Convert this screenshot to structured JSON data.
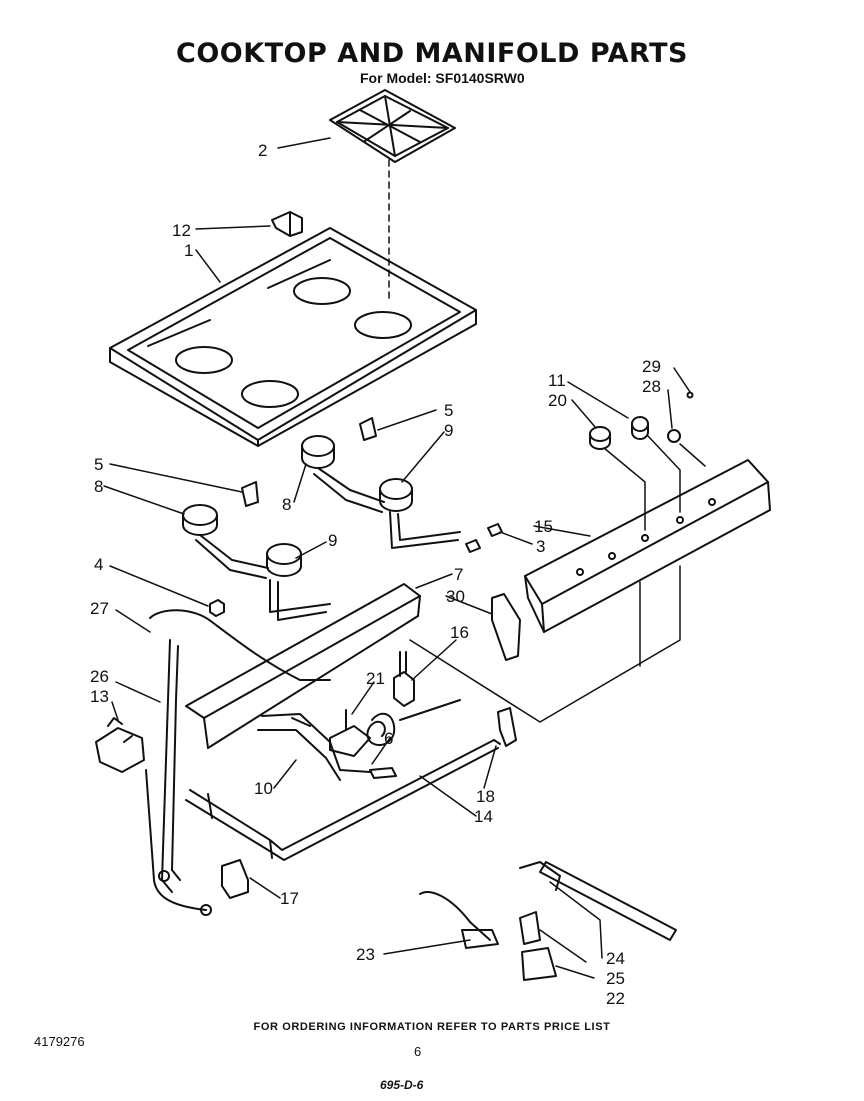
{
  "header": {
    "title": "COOKTOP  AND MANIFOLD PARTS",
    "subtitle": "For Model: SF0140SRW0"
  },
  "callouts": [
    {
      "id": "c2",
      "label": "2"
    },
    {
      "id": "c12",
      "label": "12"
    },
    {
      "id": "c1",
      "label": "1"
    },
    {
      "id": "c29",
      "label": "29"
    },
    {
      "id": "c11",
      "label": "11"
    },
    {
      "id": "c28",
      "label": "28"
    },
    {
      "id": "c20",
      "label": "20"
    },
    {
      "id": "c5a",
      "label": "5"
    },
    {
      "id": "c9a",
      "label": "9"
    },
    {
      "id": "c5b",
      "label": "5"
    },
    {
      "id": "c8a",
      "label": "8"
    },
    {
      "id": "c8b",
      "label": "8"
    },
    {
      "id": "c15",
      "label": "15"
    },
    {
      "id": "c9b",
      "label": "9"
    },
    {
      "id": "c3",
      "label": "3"
    },
    {
      "id": "c4",
      "label": "4"
    },
    {
      "id": "c7",
      "label": "7"
    },
    {
      "id": "c30",
      "label": "30"
    },
    {
      "id": "c27",
      "label": "27"
    },
    {
      "id": "c16",
      "label": "16"
    },
    {
      "id": "c26",
      "label": "26"
    },
    {
      "id": "c21",
      "label": "21"
    },
    {
      "id": "c13",
      "label": "13"
    },
    {
      "id": "c6",
      "label": "6"
    },
    {
      "id": "c10",
      "label": "10"
    },
    {
      "id": "c18",
      "label": "18"
    },
    {
      "id": "c14",
      "label": "14"
    },
    {
      "id": "c17",
      "label": "17"
    },
    {
      "id": "c24",
      "label": "24"
    },
    {
      "id": "c23",
      "label": "23"
    },
    {
      "id": "c25",
      "label": "25"
    },
    {
      "id": "c22",
      "label": "22"
    }
  ],
  "footer": {
    "ordering_note": "FOR ORDERING INFORMATION REFER TO PARTS PRICE LIST",
    "doc_number": "4179276",
    "page_number": "6",
    "hand_code": "695-D-6"
  }
}
